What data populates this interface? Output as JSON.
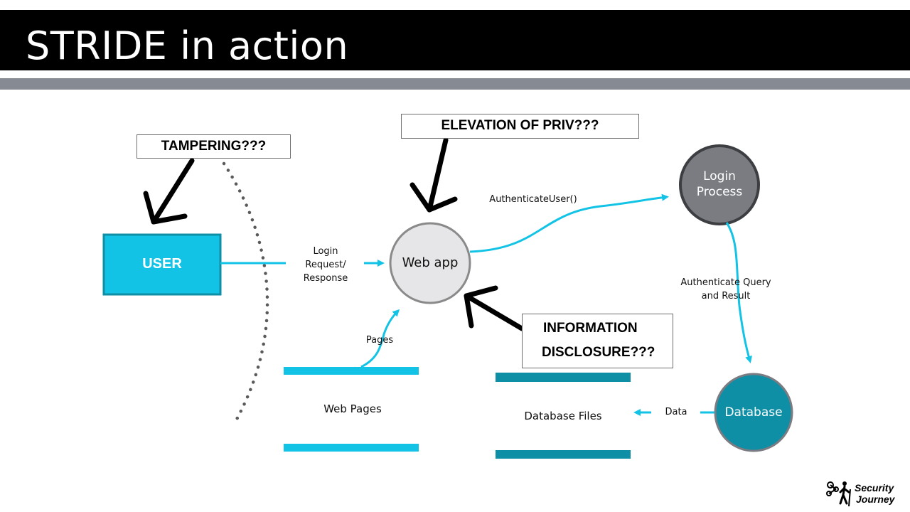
{
  "slide": {
    "title": "STRIDE in action"
  },
  "nodes": {
    "user": "USER",
    "web_app": "Web app",
    "login_process": "Login Process",
    "database": "Database"
  },
  "flows": {
    "login_request": "Login Request/ Response",
    "authenticate_user": "AuthenticateUser()",
    "authenticate_query": "Authenticate Query and Result",
    "pages": "Pages",
    "data": "Data"
  },
  "stores": {
    "web_pages": "Web Pages",
    "database_files": "Database Files"
  },
  "threats": {
    "tampering": "TAMPERING???",
    "elevation": "ELEVATION OF PRIV???",
    "info_line1": "INFORMATION",
    "info_line2": "DISCLOSURE???"
  },
  "logo": {
    "line1": "Security",
    "line2": "Journey"
  },
  "colors": {
    "accent": "#12c3e6",
    "user_box": "#12c3e6",
    "login_process": "#7a7c82",
    "database": "#0f8fa6",
    "web_app": "#e6e6e8",
    "db_files_bar": "#0f8fa6",
    "trust_boundary": "#5a5a5a"
  }
}
